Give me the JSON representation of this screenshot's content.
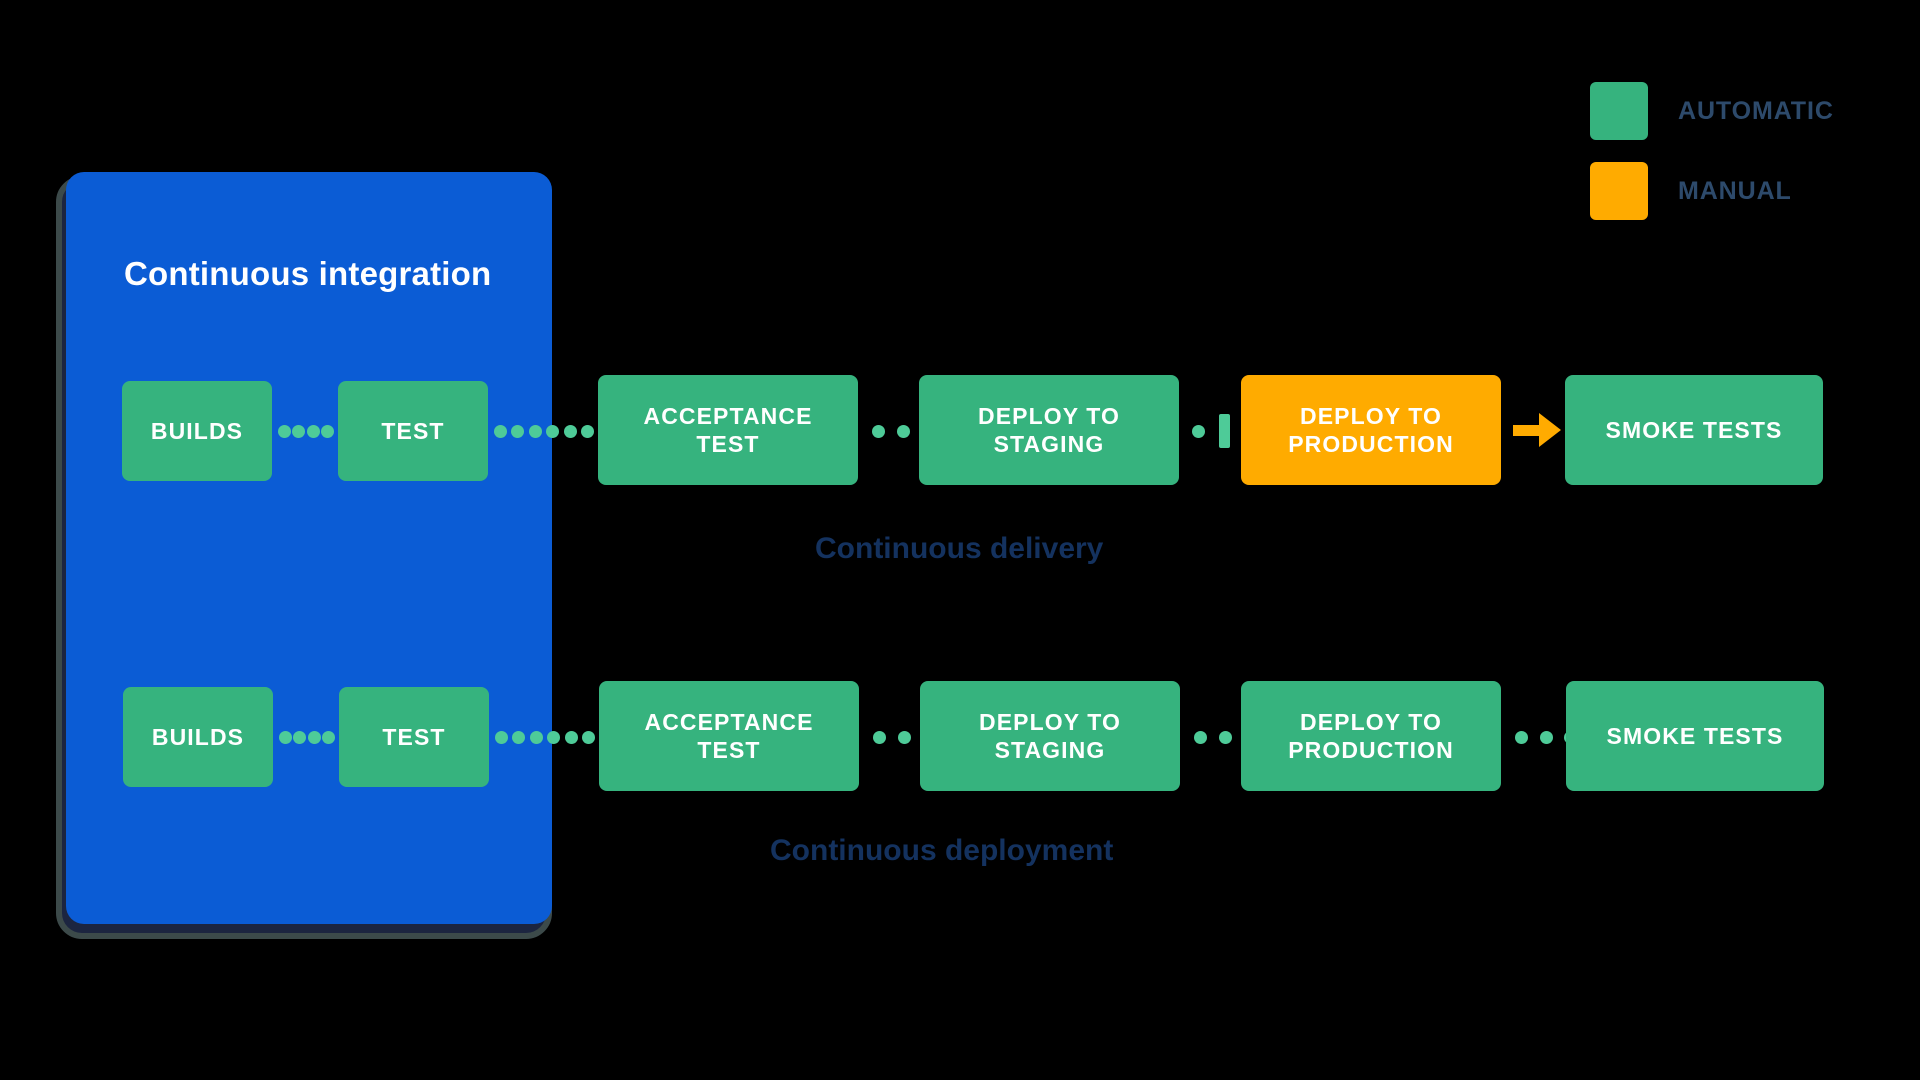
{
  "legend": {
    "items": [
      {
        "label": "AUTOMATIC",
        "color": "#36b37e",
        "swatch": "green-swatch-icon"
      },
      {
        "label": "MANUAL",
        "color": "#ffab00",
        "swatch": "orange-swatch-icon"
      }
    ]
  },
  "ci_panel": {
    "title": "Continuous integration",
    "background": "#0b5cd5",
    "border": "#3c4a4a"
  },
  "captions": {
    "delivery": "Continuous delivery",
    "deployment": "Continuous deployment"
  },
  "colors": {
    "automatic": "#36b37e",
    "manual": "#ffab00",
    "dot": "#4ecb98",
    "caption_text": "#14325f",
    "legend_text": "#2d4a6b",
    "background": "#000000"
  },
  "rows": [
    {
      "name": "continuous-delivery",
      "caption": "Continuous delivery",
      "stages": [
        {
          "label": "BUILDS",
          "type": "automatic"
        },
        {
          "label": "TEST",
          "type": "automatic"
        },
        {
          "label": "ACCEPTANCE TEST",
          "type": "automatic"
        },
        {
          "label": "DEPLOY TO STAGING",
          "type": "automatic"
        },
        {
          "label": "DEPLOY TO PRODUCTION",
          "type": "manual"
        },
        {
          "label": "SMOKE TESTS",
          "type": "automatic"
        }
      ],
      "connectors": [
        "dots-4",
        "dots-7",
        "dots-3",
        "dots-2-clipped",
        "arrow"
      ]
    },
    {
      "name": "continuous-deployment",
      "caption": "Continuous deployment",
      "stages": [
        {
          "label": "BUILDS",
          "type": "automatic"
        },
        {
          "label": "TEST",
          "type": "automatic"
        },
        {
          "label": "ACCEPTANCE TEST",
          "type": "automatic"
        },
        {
          "label": "DEPLOY TO STAGING",
          "type": "automatic"
        },
        {
          "label": "DEPLOY TO PRODUCTION",
          "type": "automatic"
        },
        {
          "label": "SMOKE TESTS",
          "type": "automatic"
        }
      ],
      "connectors": [
        "dots-4",
        "dots-7",
        "dots-3",
        "dots-3",
        "dots-3"
      ]
    }
  ],
  "stage_labels": {
    "builds": "BUILDS",
    "test": "TEST",
    "acceptance_test_line1": "ACCEPTANCE",
    "acceptance_test_line2": "TEST",
    "deploy_to_line1": "DEPLOY TO",
    "deploy_staging_line2": "STAGING",
    "deploy_production_line2": "PRODUCTION",
    "smoke_tests": "SMOKE TESTS"
  }
}
